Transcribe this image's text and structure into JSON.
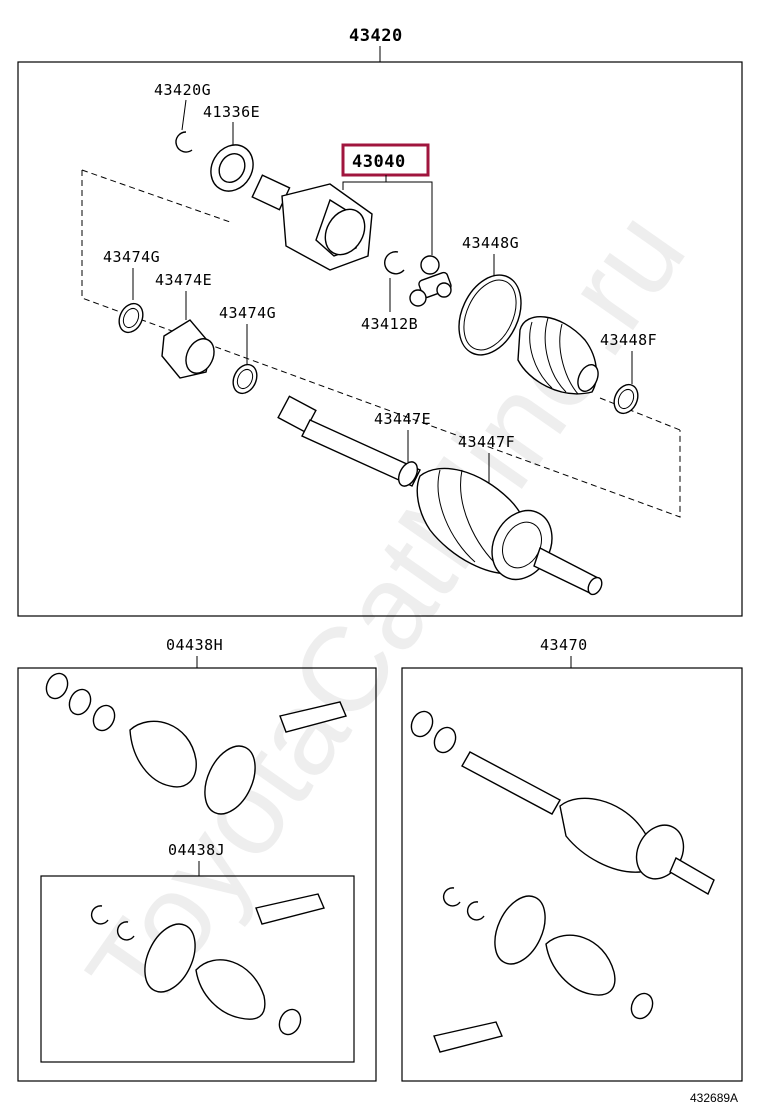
{
  "diagram": {
    "main_assembly": "43420",
    "labels": {
      "l43420G": "43420G",
      "l41336E": "41336E",
      "l43040": "43040",
      "l43448G": "43448G",
      "l43474G_left": "43474G",
      "l43474E": "43474E",
      "l43474G_right": "43474G",
      "l43412B": "43412B",
      "l43448F": "43448F",
      "l43447E": "43447E",
      "l43447F": "43447F"
    },
    "kit_a": "04438H",
    "kit_b": "04438J",
    "assembly_b": "43470",
    "figure_code": "432689A",
    "highlight_color": "#a0153e",
    "watermark": "ToyotaCatMine.ru"
  }
}
